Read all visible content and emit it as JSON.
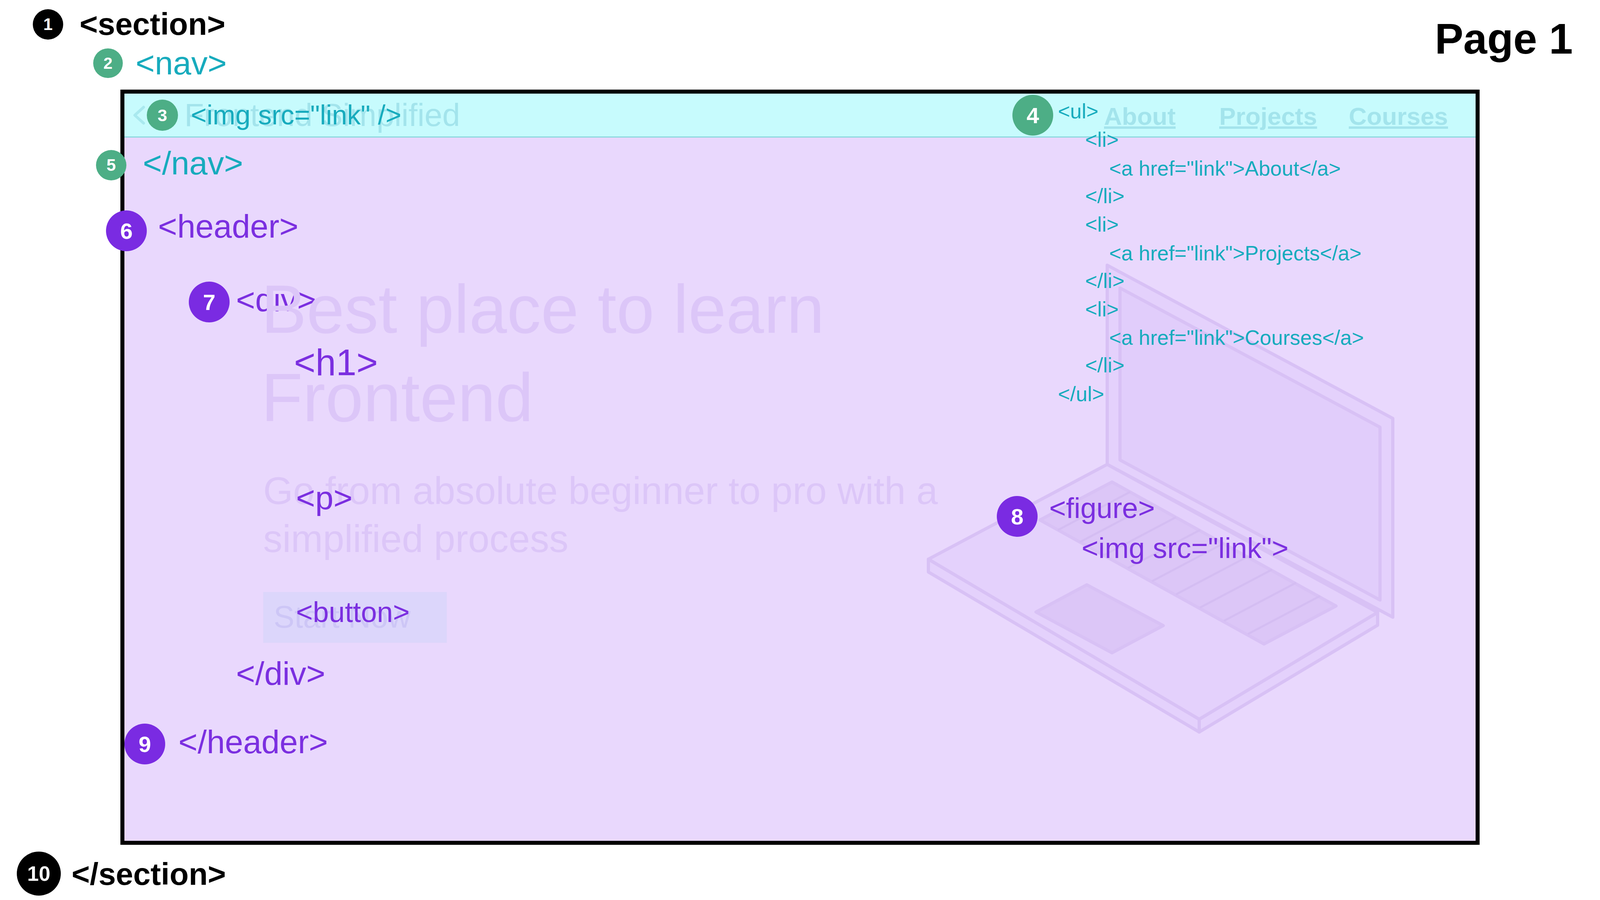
{
  "diagram": {
    "nodes": [
      {
        "text": [
          "<section>",
          "</section>"
        ]
      },
      {
        "text": [
          "Frontend Simplified",
          "About",
          "Projects",
          "Courses"
        ],
        "in": 0
      },
      {
        "text": [
          "Start Now",
          "<button>"
        ],
        "in": 0
      }
    ],
    "labels": [
      "1",
      "Page 1",
      "2",
      "<nav>",
      "3",
      "<img src=\"link\" />",
      "4",
      "<ul>",
      "<li>",
      "<a href=\"link\">About</a>",
      "</li>",
      "<li>",
      "<a href=\"link\">Projects</a>",
      "</li>",
      "<li>",
      "<a href=\"link\">Courses</a>",
      "</li>",
      "</ul>",
      "5",
      "</nav>",
      "6",
      "<header>",
      "7",
      "<div>",
      "Best place to learn Frontend",
      "<h1>",
      "Go from absolute beginner to pro with a simplified process",
      "<p>",
      "</div>",
      "8",
      "<figure>",
      "<img src=\"link\">",
      "9",
      "</header>",
      "10"
    ]
  }
}
